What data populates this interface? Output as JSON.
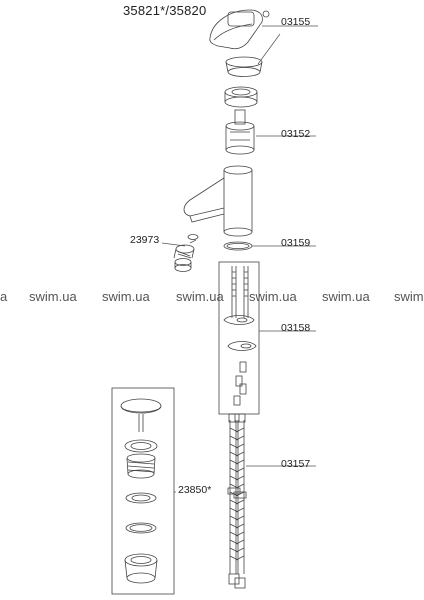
{
  "title": "35821*/35820",
  "parts": {
    "p03155": "03155",
    "p03152": "03152",
    "p03159": "03159",
    "p23973": "23973",
    "p03158": "03158",
    "p23850": "23850*",
    "p03157": "03157"
  },
  "watermark": [
    "a",
    "swim.ua",
    "swim.ua",
    "swim.ua",
    "swim.ua",
    "swim.ua",
    "swim"
  ]
}
